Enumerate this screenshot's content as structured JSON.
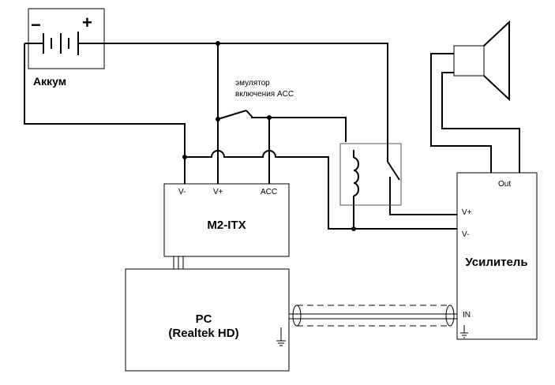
{
  "battery": {
    "label": "Аккум",
    "minus": "−",
    "plus": "+"
  },
  "acc_emulator": {
    "label_line1": "эмулятор",
    "label_line2": "включения ACC"
  },
  "m2itx": {
    "title": "M2-ITX",
    "pin_vminus": "V-",
    "pin_vplus": "V+",
    "pin_acc": "ACC"
  },
  "pc": {
    "title_line1": "PC",
    "title_line2": "(Realtek HD)"
  },
  "amplifier": {
    "title": "Усилитель",
    "out": "Out",
    "vplus": "V+",
    "vminus": "V-",
    "in": "IN"
  },
  "icons": [
    "battery-icon",
    "switch-icon",
    "relay-coil-icon",
    "relay-contact-icon",
    "speaker-icon",
    "ground-icon",
    "shielded-cable-icon"
  ]
}
